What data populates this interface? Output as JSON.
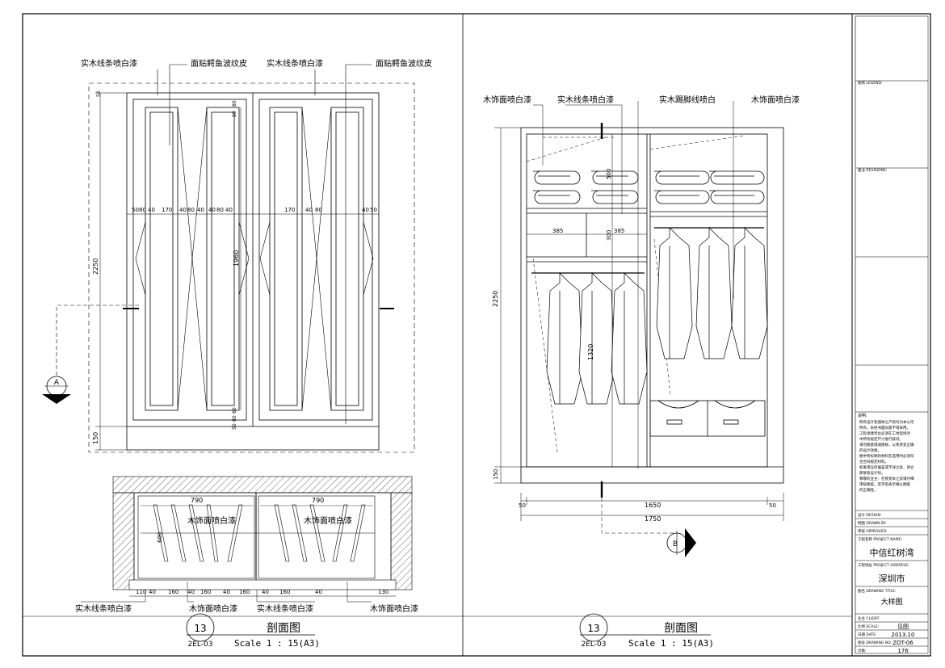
{
  "left": {
    "callouts_top": [
      "实木线条喷白漆",
      "面贴鳄鱼波纹皮",
      "实木线条喷白漆",
      "面贴鳄鱼波纹皮"
    ],
    "dims_row": [
      "50",
      "80",
      "40",
      "170",
      "40",
      "80",
      "40",
      "40",
      "80",
      "40",
      "170",
      "40",
      "80",
      "40",
      "50"
    ],
    "dims_top_small": [
      "50",
      "80",
      "80",
      "60"
    ],
    "dims_bottom_small": [
      "60",
      "80",
      "50"
    ],
    "height_total": "2250",
    "height_mid": "1960",
    "height_base": "150",
    "section_marker": "A",
    "plan_callouts_inner": [
      "木饰面喷白漆",
      "木饰面喷白漆"
    ],
    "plan_width": "790",
    "plan_depth": "600",
    "plan_dims": [
      "110",
      "40",
      "160",
      "40",
      "160",
      "40",
      "160",
      "40",
      "160",
      "40",
      "130"
    ],
    "plan_callouts_bottom": [
      "实木线条喷白漆",
      "木饰面喷白漆",
      "实木线条喷白漆",
      "木饰面喷白漆"
    ],
    "title_number": "13",
    "title_sheet": "2EL-03",
    "title_name": "剖面图",
    "title_scale": "Scale 1 : 15(A3)"
  },
  "right": {
    "callouts_top": [
      "木饰面喷白漆",
      "实木线条喷白漆",
      "实木踢脚线喷白",
      "木饰面喷白漆"
    ],
    "dim_385_a": "385",
    "dim_385_b": "385",
    "dim_500": "500",
    "dim_300": "300",
    "dim_1320": "1320",
    "height_total": "2250",
    "height_base": "150",
    "width_inner": "1650",
    "width_total": "1750",
    "side_50a": "50",
    "side_50b": "50",
    "section_marker": "B",
    "title_number": "13",
    "title_sheet": "2EL-03",
    "title_name": "剖面图",
    "title_scale": "Scale 1 : 15(A3)"
  },
  "titleblock": {
    "legend_label": "图例 LEGEND:",
    "revisions_label": "备注 REVISIONS:",
    "notes": [
      "说明:",
      "所有设计及图样之产权均为本公司",
      "所有，未经书面同意不得采用。",
      "工程承建单位必须在工地现场对",
      "中所有规定尺寸进行核对。",
      "请勿随意增减图样，以免改变正确",
      "的设计效果。",
      "图中所标明的材料在选用时必须符",
      "合合同规定材料。",
      "如发现任何偏差或不详之处，请立",
      "即联系设计师。",
      "尊敬的业主：在接受本之前请仔细",
      "审核图纸，签字后表示确认图纸",
      "的正确性。"
    ],
    "design_label": "设计 DESIGN:",
    "drawn_label": "制图 DRAWN BY:",
    "checked_label": "审核 APPROVED:",
    "project_label": "工程名称 PROJECT NAME:",
    "project_name": "中信红树湾",
    "address_label": "工程地址 PROJECT ADDRESS:",
    "address": "深圳市",
    "drawing_title_label": "图名 DRAWING TITLE:",
    "drawing_title": "大样图",
    "client_label": "业主 CLIENT:",
    "scale_label": "比例 SCALE:",
    "scale_value": "见图",
    "date_label": "日期 DATE:",
    "date_value": "2013.10",
    "drawing_no_label": "图号 DRAWING NO:",
    "drawing_no_value": "ZOT-06",
    "page_label": "页数:",
    "page_value": "176"
  }
}
